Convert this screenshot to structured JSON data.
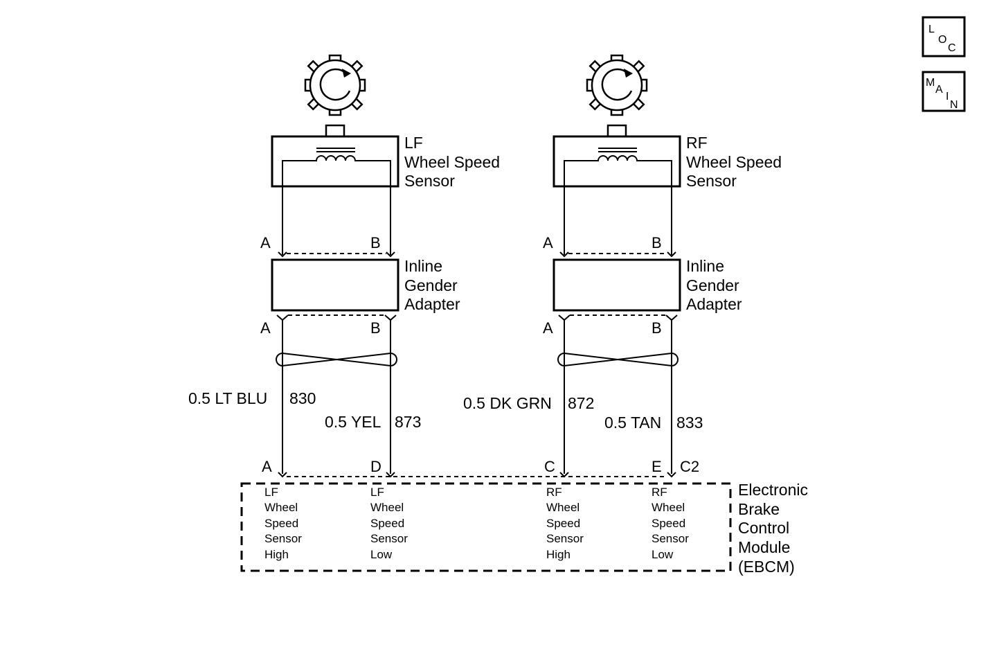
{
  "nav": {
    "loc": [
      "L",
      "O",
      "C"
    ],
    "main": [
      "M",
      "A",
      "I",
      "N"
    ]
  },
  "lf_sensor": {
    "title": [
      "LF",
      "Wheel Speed",
      "Sensor"
    ],
    "pins": [
      "A",
      "B"
    ]
  },
  "rf_sensor": {
    "title": [
      "RF",
      "Wheel Speed",
      "Sensor"
    ],
    "pins": [
      "A",
      "B"
    ]
  },
  "lf_adapter": {
    "title": [
      "Inline",
      "Gender",
      "Adapter"
    ],
    "pins": [
      "A",
      "B"
    ]
  },
  "rf_adapter": {
    "title": [
      "Inline",
      "Gender",
      "Adapter"
    ],
    "pins": [
      "A",
      "B"
    ]
  },
  "wires": [
    {
      "gauge_color": "0.5 LT BLU",
      "circuit": "830"
    },
    {
      "gauge_color": "0.5 YEL",
      "circuit": "873"
    },
    {
      "gauge_color": "0.5 DK GRN",
      "circuit": "872"
    },
    {
      "gauge_color": "0.5 TAN",
      "circuit": "833"
    }
  ],
  "ebcm": {
    "title": [
      "Electronic",
      "Brake",
      "Control",
      "Module",
      "(EBCM)"
    ],
    "connector": "C2",
    "pins": [
      "A",
      "D",
      "C",
      "E"
    ],
    "terminals": [
      [
        "LF",
        "Wheel",
        "Speed",
        "Sensor",
        "High"
      ],
      [
        "LF",
        "Wheel",
        "Speed",
        "Sensor",
        "Low"
      ],
      [
        "RF",
        "Wheel",
        "Speed",
        "Sensor",
        "High"
      ],
      [
        "RF",
        "Wheel",
        "Speed",
        "Sensor",
        "Low"
      ]
    ]
  }
}
